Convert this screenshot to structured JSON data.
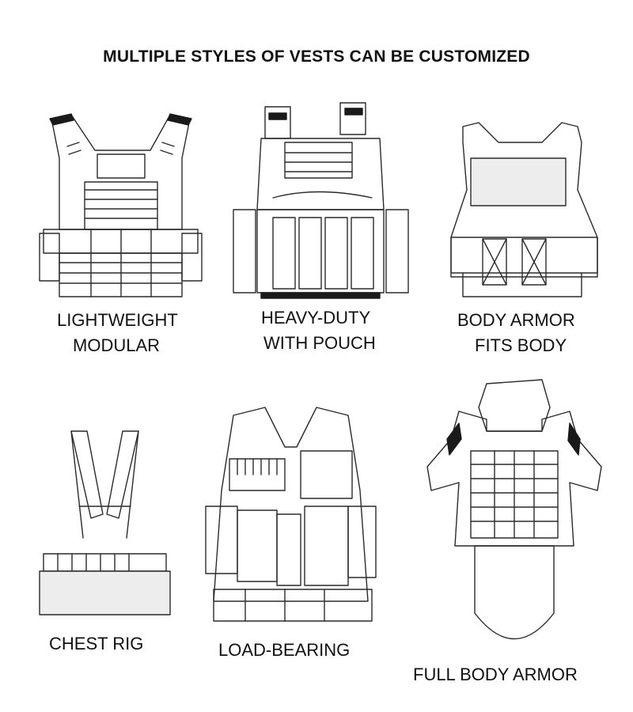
{
  "title": "MULTIPLE STYLES OF VESTS CAN BE CUSTOMIZED",
  "vests": [
    {
      "line1": "LIGHTWEIGHT",
      "line2": "MODULAR",
      "icon": "plate-carrier-vest-icon"
    },
    {
      "line1": "HEAVY-DUTY",
      "line2": "WITH POUCH",
      "icon": "heavy-duty-vest-icon"
    },
    {
      "line1": "BODY ARMOR",
      "line2": "FITS BODY",
      "icon": "body-armor-vest-icon"
    },
    {
      "line1": "CHEST RIG",
      "icon": "chest-rig-icon"
    },
    {
      "line1": "LOAD-BEARING",
      "icon": "load-bearing-vest-icon"
    },
    {
      "line1": "FULL BODY ARMOR",
      "icon": "full-body-armor-icon"
    }
  ]
}
